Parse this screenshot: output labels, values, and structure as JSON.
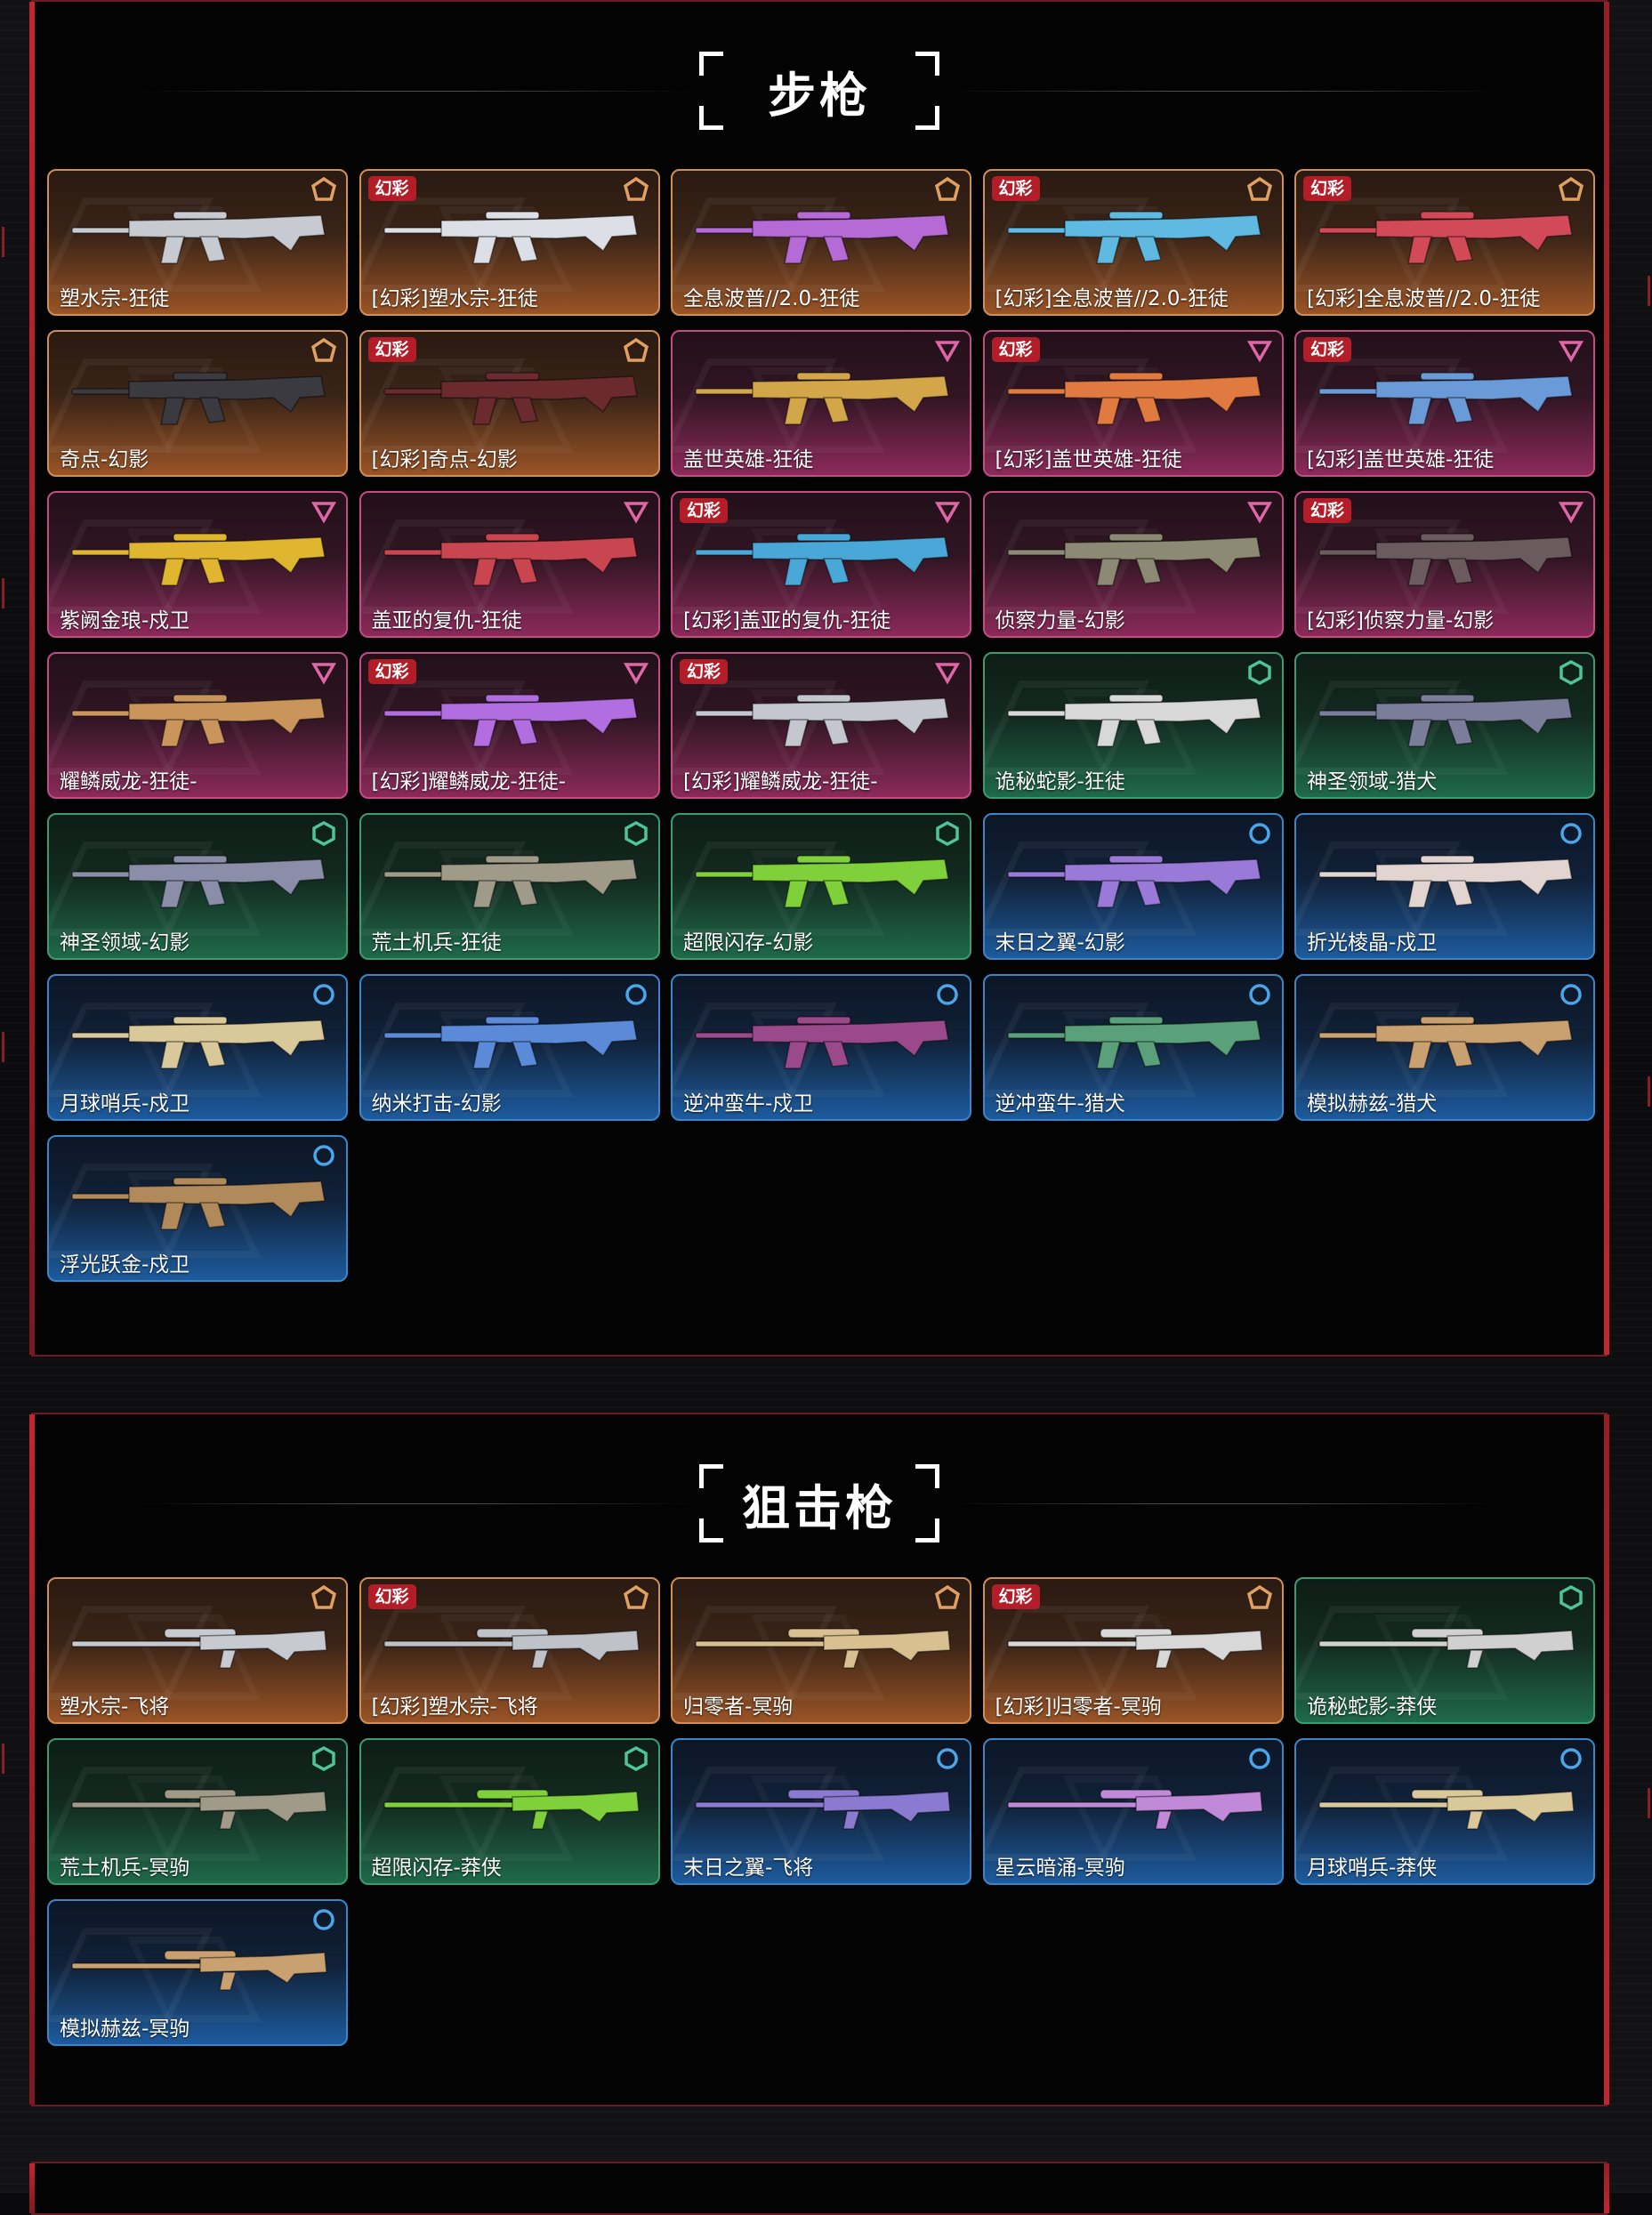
{
  "sections": [
    {
      "title": "步枪",
      "cards": [
        {
          "name": "塑水宗-狂徒",
          "tier": "gold",
          "tag": "",
          "gun": "#c7cad1"
        },
        {
          "name": "[幻彩]塑水宗-狂徒",
          "tier": "gold",
          "tag": "幻彩",
          "gun": "#dcdfe5"
        },
        {
          "name": "全息波普//2.0-狂徒",
          "tier": "gold",
          "tag": "",
          "gun": "#b66ad6"
        },
        {
          "name": "[幻彩]全息波普//2.0-狂徒",
          "tier": "gold",
          "tag": "幻彩",
          "gun": "#5fb9e0"
        },
        {
          "name": "[幻彩]全息波普//2.0-狂徒",
          "tier": "gold",
          "tag": "幻彩",
          "gun": "#d24a58"
        },
        {
          "name": "奇点-幻影",
          "tier": "gold",
          "tag": "",
          "gun": "#3a3a40"
        },
        {
          "name": "[幻彩]奇点-幻影",
          "tier": "gold",
          "tag": "幻彩",
          "gun": "#6a2a2e"
        },
        {
          "name": "盖世英雄-狂徒",
          "tier": "pink",
          "tag": "",
          "gun": "#d4a64a"
        },
        {
          "name": "[幻彩]盖世英雄-狂徒",
          "tier": "pink",
          "tag": "幻彩",
          "gun": "#e07a40"
        },
        {
          "name": "[幻彩]盖世英雄-狂徒",
          "tier": "pink",
          "tag": "幻彩",
          "gun": "#6a9ad8"
        },
        {
          "name": "紫阙金琅-戍卫",
          "tier": "pink",
          "tag": "",
          "gun": "#e0b530"
        },
        {
          "name": "盖亚的复仇-狂徒",
          "tier": "pink",
          "tag": "",
          "gun": "#c94650"
        },
        {
          "name": "[幻彩]盖亚的复仇-狂徒",
          "tier": "pink",
          "tag": "幻彩",
          "gun": "#4aa8d8"
        },
        {
          "name": "侦察力量-幻影",
          "tier": "pink",
          "tag": "",
          "gun": "#8c8a74"
        },
        {
          "name": "[幻彩]侦察力量-幻影",
          "tier": "pink",
          "tag": "幻彩",
          "gun": "#6b5a5e"
        },
        {
          "name": "耀鳞威龙-狂徒-",
          "tier": "pink",
          "tag": "",
          "gun": "#c9955a"
        },
        {
          "name": "[幻彩]耀鳞威龙-狂徒-",
          "tier": "pink",
          "tag": "幻彩",
          "gun": "#b26ee0"
        },
        {
          "name": "[幻彩]耀鳞威龙-狂徒-",
          "tier": "pink",
          "tag": "幻彩",
          "gun": "#c4c7cf"
        },
        {
          "name": "诡秘蛇影-狂徒",
          "tier": "green",
          "tag": "",
          "gun": "#d8d8d8"
        },
        {
          "name": "神圣领域-猎犬",
          "tier": "green",
          "tag": "",
          "gun": "#7a7e9a"
        },
        {
          "name": "神圣领域-幻影",
          "tier": "green",
          "tag": "",
          "gun": "#8a8ea8"
        },
        {
          "name": "荒土机兵-狂徒",
          "tier": "green",
          "tag": "",
          "gun": "#a09a88"
        },
        {
          "name": "超限闪存-幻影",
          "tier": "green",
          "tag": "",
          "gun": "#7fd03a"
        },
        {
          "name": "末日之翼-幻影",
          "tier": "blue",
          "tag": "",
          "gun": "#9a7ad8"
        },
        {
          "name": "折光棱晶-戍卫",
          "tier": "blue",
          "tag": "",
          "gun": "#e2d4d0"
        },
        {
          "name": "月球哨兵-戍卫",
          "tier": "blue",
          "tag": "",
          "gun": "#d8c89a"
        },
        {
          "name": "纳米打击-幻影",
          "tier": "blue",
          "tag": "",
          "gun": "#5a8ad8"
        },
        {
          "name": "逆冲蛮牛-戍卫",
          "tier": "blue",
          "tag": "",
          "gun": "#9a4a8a"
        },
        {
          "name": "逆冲蛮牛-猎犬",
          "tier": "blue",
          "tag": "",
          "gun": "#5aa07a"
        },
        {
          "name": "模拟赫兹-猎犬",
          "tier": "blue",
          "tag": "",
          "gun": "#c9a070"
        },
        {
          "name": "浮光跃金-戍卫",
          "tier": "blue",
          "tag": "",
          "gun": "#b08a5a"
        }
      ]
    },
    {
      "title": "狙击枪",
      "cards": [
        {
          "name": "塑水宗-飞将",
          "tier": "gold",
          "tag": "",
          "gun": "#c7cad1"
        },
        {
          "name": "[幻彩]塑水宗-飞将",
          "tier": "gold",
          "tag": "幻彩",
          "gun": "#bfc2c8"
        },
        {
          "name": "归零者-冥驹",
          "tier": "gold",
          "tag": "",
          "gun": "#d8c090"
        },
        {
          "name": "[幻彩]归零者-冥驹",
          "tier": "gold",
          "tag": "幻彩",
          "gun": "#d8d8d8"
        },
        {
          "name": "诡秘蛇影-莽侠",
          "tier": "green",
          "tag": "",
          "gun": "#d0d0d0"
        },
        {
          "name": "荒土机兵-冥驹",
          "tier": "green",
          "tag": "",
          "gun": "#a09a88"
        },
        {
          "name": "超限闪存-莽侠",
          "tier": "green",
          "tag": "",
          "gun": "#7fd03a"
        },
        {
          "name": "末日之翼-飞将",
          "tier": "blue",
          "tag": "",
          "gun": "#8a7ad0"
        },
        {
          "name": "星云暗涌-冥驹",
          "tier": "blue",
          "tag": "",
          "gun": "#c08ad8"
        },
        {
          "name": "月球哨兵-莽侠",
          "tier": "blue",
          "tag": "",
          "gun": "#d8c89a"
        },
        {
          "name": "模拟赫兹-冥驹",
          "tier": "blue",
          "tag": "",
          "gun": "#c9a070"
        }
      ]
    }
  ]
}
